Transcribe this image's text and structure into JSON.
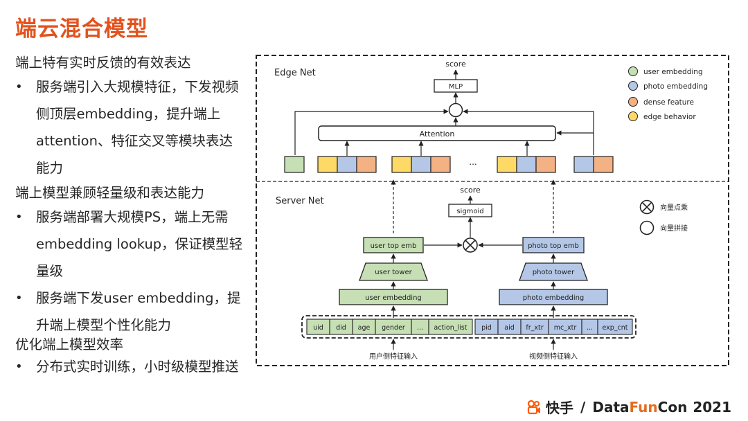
{
  "slide": {
    "title": "端云混合模型",
    "sections": [
      {
        "heading": "端上特有实时反馈的有效表达",
        "bullets": [
          "服务端引入大规模特征，下发视频侧顶层embedding，提升端上attention、特征交叉等模块表达能力"
        ]
      },
      {
        "heading": "端上模型兼顾轻量级和表达能力",
        "bullets": [
          "服务端部署大规模PS，端上无需embedding lookup，保证模型轻量级",
          "服务端下发user embedding，提升端上模型个性化能力"
        ]
      },
      {
        "heading": "优化端上模型效率",
        "bullets": [
          "分布式实时训练，小时级模型推送"
        ]
      }
    ]
  },
  "diagram": {
    "edge_net": {
      "label": "Edge Net",
      "score": "score",
      "mlp": "MLP",
      "attention": "Attention",
      "ellipsis": "..."
    },
    "server_net": {
      "label": "Server Net",
      "score": "score",
      "sigmoid": "sigmoid",
      "user_top_emb": "user top emb",
      "user_tower": "user tower",
      "user_embedding": "user embedding",
      "photo_top_emb": "photo top emb",
      "photo_tower": "photo tower",
      "photo_embedding": "photo embedding",
      "user_features": [
        "uid",
        "did",
        "age",
        "gender",
        "...",
        "action_list"
      ],
      "photo_features": [
        "pid",
        "aid",
        "fr_xtr",
        "mc_xtr",
        "...",
        "exp_cnt"
      ],
      "user_input_label": "用户侧特征输入",
      "photo_input_label": "视频侧特征输入"
    },
    "legend": [
      {
        "label": "user embedding",
        "color": "#c6dfb4"
      },
      {
        "label": "photo embedding",
        "color": "#b4c7e7"
      },
      {
        "label": "dense feature",
        "color": "#f4b183"
      },
      {
        "label": "edge behavior",
        "color": "#ffd966"
      }
    ],
    "op_legend": [
      {
        "label": "向量点乘",
        "icon": "circle-times-icon"
      },
      {
        "label": "向量拼接",
        "icon": "circle-icon"
      }
    ]
  },
  "footer": {
    "brand": "快手",
    "separator": "/",
    "event_data": "Data",
    "event_fun": "Fun",
    "event_con": "Con",
    "event_year": "2021"
  }
}
